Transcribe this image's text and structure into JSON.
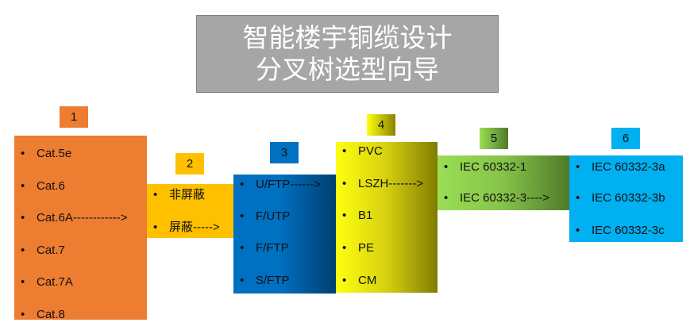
{
  "title": {
    "line1": "智能楼宇铜缆设计",
    "line2": "分叉树选型向导"
  },
  "steps": [
    {
      "label": "1",
      "color": "#ed7d31",
      "items": [
        "Cat.5e",
        "Cat.6",
        "Cat.6A------------>",
        "Cat.7",
        "Cat.7A",
        "Cat.8"
      ]
    },
    {
      "label": "2",
      "color": "#ffc000",
      "items": [
        "非屏蔽",
        "屏蔽----->"
      ]
    },
    {
      "label": "3",
      "color": "#0070c0",
      "items": [
        "U/FTP------>",
        "F/UTP",
        "F/FTP",
        "S/FTP"
      ]
    },
    {
      "label": "4",
      "color": "#ffff00",
      "items": [
        "PVC",
        "LSZH------->",
        "B1",
        "PE",
        "CM"
      ]
    },
    {
      "label": "5",
      "color": "#92d050",
      "items": [
        "IEC 60332-1",
        "IEC 60332-3---->"
      ]
    },
    {
      "label": "6",
      "color": "#00b0f0",
      "items": [
        "IEC 60332-3a",
        "IEC 60332-3b",
        "IEC 60332-3c"
      ]
    }
  ]
}
